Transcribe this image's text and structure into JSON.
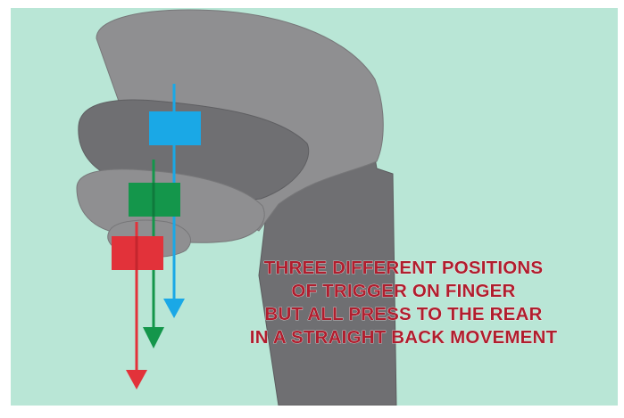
{
  "caption": {
    "lines": [
      "THREE DIFFERENT POSITIONS",
      "OF TRIGGER ON FINGER",
      "BUT ALL PRESS TO THE REAR",
      "IN A STRAIGHT BACK MOVEMENT"
    ]
  },
  "colors": {
    "background": "#b9e6d6",
    "hand_light": "#8f8f91",
    "hand_dark": "#6f6f72",
    "trigger_blue": "#1aa8e6",
    "trigger_green": "#14964b",
    "trigger_red": "#e2323a",
    "caption_text": "#b01e2e"
  },
  "triggers": [
    {
      "name": "blue",
      "color": "#1aa8e6"
    },
    {
      "name": "green",
      "color": "#14964b"
    },
    {
      "name": "red",
      "color": "#e2323a"
    }
  ]
}
